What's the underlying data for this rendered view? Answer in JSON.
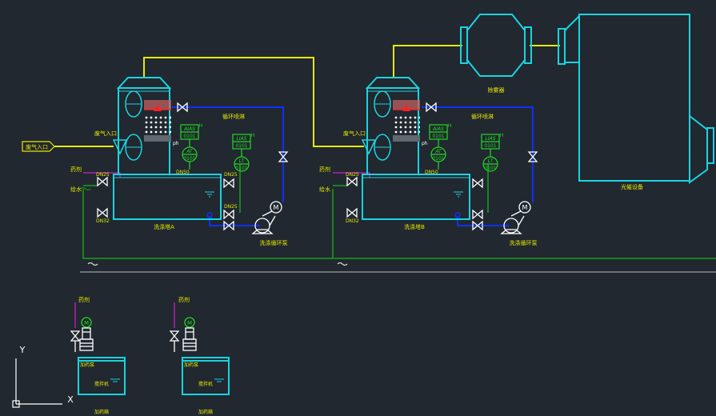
{
  "labels": {
    "gas_inlet_box": "废气入口",
    "gas_inlet_a": "废气入口",
    "gas_inlet_b": "废气入口",
    "circ_spray_a": "循环喷淋",
    "circ_spray_b": "循环喷淋",
    "demister": "除雾器",
    "photolysis": "光催设备",
    "tower_a": "洗涤塔A",
    "tower_b": "洗涤塔B",
    "pump_a": "洗涤循环泵",
    "pump_b": "洗涤循环泵",
    "reagent_a": "药剂",
    "reagent_b": "药剂",
    "water_a": "给水",
    "water_b": "给水",
    "dn25_a1": "DN25",
    "dn32_a": "DN32",
    "dn50_a": "DN50",
    "dn25_a2": "DN25",
    "dn25_a3": "DN25",
    "dn25_b1": "DN25",
    "dn32_b": "DN32",
    "dn50_b": "DN50",
    "ph_a": "ph",
    "ph_b": "ph",
    "dose_reagent_1": "药剂",
    "dose_reagent_2": "药剂",
    "dose_pump_1": "加药泵",
    "dose_pump_2": "加药泵",
    "mixer_1": "搅拌机",
    "mixer_2": "搅拌机",
    "dose_tank_1": "加药箱",
    "dose_tank_2": "加药箱",
    "motor": "M",
    "axis_y": "Y",
    "axis_x": "X"
  },
  "instruments": {
    "aias_a": {
      "tag": "AIAS",
      "num": "0101",
      "sup": "H"
    },
    "at_a": {
      "tag": "AT",
      "num": "0101"
    },
    "lias_a": {
      "tag": "LIAS",
      "num": "0101",
      "sup": "H"
    },
    "lt_a": {
      "tag": "LT",
      "num": "0101"
    },
    "aias_b": {
      "tag": "AIAS",
      "num": "0101",
      "sup": "H"
    },
    "at_b": {
      "tag": "AT",
      "num": "0101"
    },
    "lias_b": {
      "tag": "LIAS",
      "num": "0101",
      "sup": "H"
    },
    "lt_b": {
      "tag": "LT",
      "num": "0101"
    }
  },
  "colors": {
    "background": "#212830",
    "equipment": "#19d4e0",
    "gas_line": "#e8e800",
    "water_line": "#1030ff",
    "feed_line": "#18a018",
    "reagent_line": "#b020b0",
    "instrument": "#22d822",
    "valve": "#ffffff",
    "spray_red": "#ff2020",
    "label": "#e8e800"
  }
}
